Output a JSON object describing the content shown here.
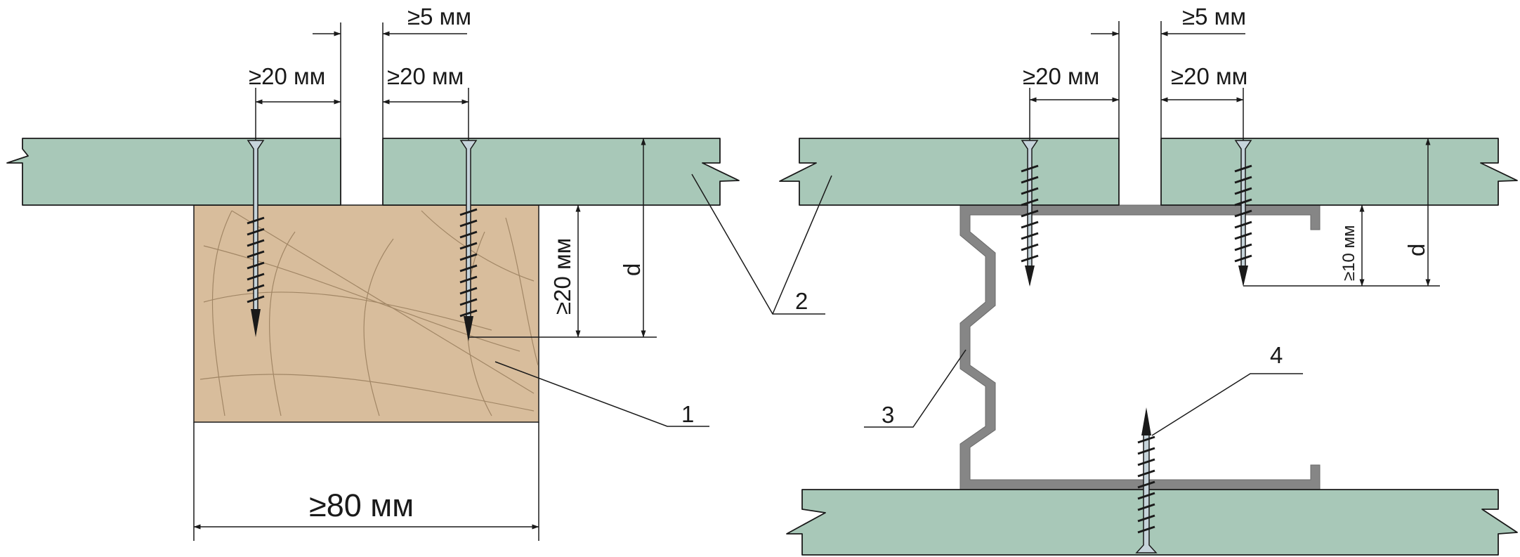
{
  "colors": {
    "board": "#a8c8b8",
    "timber": "#d8bd9c",
    "grain": "#9c8160",
    "profile": "#868686",
    "screw": "#c6d4db",
    "line": "#1a1a1a"
  },
  "left_detail": {
    "gap": "≥5 мм",
    "edge_distance_left": "≥20 мм",
    "edge_distance_right": "≥20 мм",
    "penetration": "≥20 мм",
    "thickness": "d",
    "width": "≥80 мм"
  },
  "right_detail": {
    "gap": "≥5 мм",
    "edge_distance_left": "≥20 мм",
    "edge_distance_right": "≥20 мм",
    "penetration": "≥10 мм",
    "thickness": "d"
  },
  "callouts": {
    "c1": "1",
    "c2": "2",
    "c3": "3",
    "c4": "4"
  }
}
